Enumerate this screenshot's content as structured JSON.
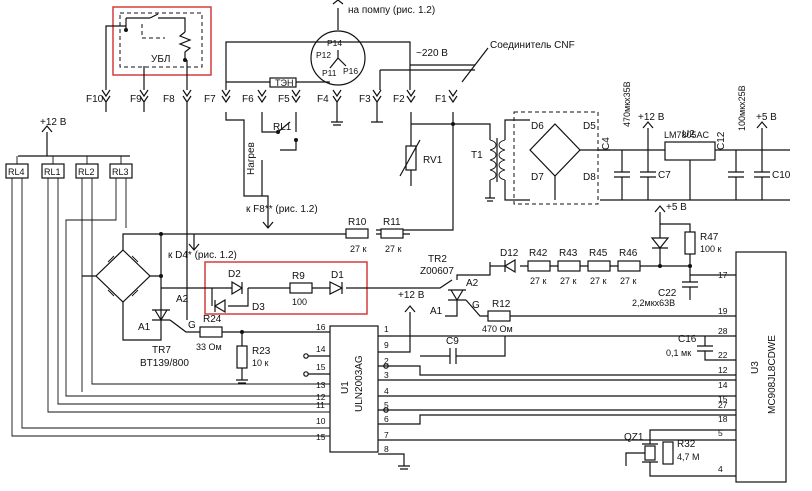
{
  "header": {
    "pump": "на помпу (рис. 1.2)",
    "voltage": "~220 В",
    "connector": "Соединитель CNF",
    "ubl": "УБЛ",
    "ten": "ТЭН",
    "heat": "Нагрев",
    "f8ref": "к F8** (рис. 1.2)",
    "d4ref": "к D4* (рис. 1.2)",
    "plus12a": "+12 В",
    "plus12b": "+12 В",
    "plus12c": "+12 В",
    "plus5a": "+5 В",
    "plus5b": "+5 В"
  },
  "pins": [
    "F10",
    "F9",
    "F8",
    "F7",
    "F6",
    "F5",
    "F4",
    "F3",
    "F2",
    "F1"
  ],
  "pump_pins": [
    "P14",
    "P12",
    "P16",
    "P11"
  ],
  "relays": [
    "RL4",
    "RL1",
    "RL2",
    "RL3",
    "RL1"
  ],
  "components": {
    "rv1": "RV1",
    "t1": "T1",
    "d6": "D6",
    "d5": "D5",
    "d7": "D7",
    "d8": "D8",
    "c4": "C4",
    "c4v": "470мкх35В",
    "c7": "C7",
    "u2": "U2",
    "u2n": "LM7805AC",
    "c12": "C12",
    "c12v": "100мкх25В",
    "c10": "C10",
    "r10": "R10",
    "r10v": "27 к",
    "r11": "R11",
    "r11v": "27 к",
    "d12": "D12",
    "r42": "R42",
    "r43": "R43",
    "r45": "R45",
    "r46": "R46",
    "rk": "27 к",
    "r47": "R47",
    "r47v": "100 к",
    "c22": "C22",
    "c22v": "2,2мкх63В",
    "tr2": "TR2",
    "tr2n": "Z00607",
    "a2": "A2",
    "a1": "A1",
    "g": "G",
    "r12": "R12",
    "r12v": "470 Ом",
    "d2": "D2",
    "d3": "D3",
    "r9": "R9",
    "r9v": "100",
    "d1": "D1",
    "r24": "R24",
    "r24v": "33 Ом",
    "r23": "R23",
    "r23v": "10 к",
    "tr7": "TR7",
    "tr7n": "BT139/800",
    "u1": "U1",
    "u1n": "ULN2003AG",
    "c9": "C9",
    "c16": "C16",
    "c16v": "0,1 мк",
    "u3": "U3",
    "u3n": "MC908JL8CDWE",
    "qz1": "QZ1",
    "r32": "R32",
    "r32v": "4,7 М"
  },
  "u1_left_pins": [
    "16",
    "14",
    "15",
    "13",
    "12",
    "11",
    "10",
    "15"
  ],
  "u1_right_pins": [
    "1",
    "9",
    "2",
    "3",
    "4",
    "5",
    "6",
    "7",
    "8"
  ],
  "u3_pins": [
    "17",
    "19",
    "28",
    "22",
    "12",
    "14",
    "15",
    "27",
    "18",
    "5",
    "4"
  ]
}
